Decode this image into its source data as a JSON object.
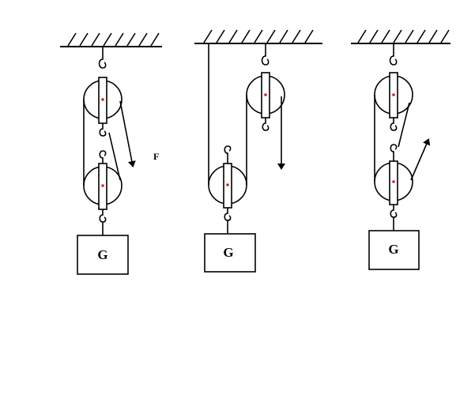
{
  "colors": {
    "stroke": "#000000",
    "axle": "#cc0000",
    "background": "#ffffff"
  },
  "force_label": "F",
  "setups": [
    {
      "weight_label": "G"
    },
    {
      "weight_label": "G"
    },
    {
      "weight_label": "G"
    }
  ]
}
